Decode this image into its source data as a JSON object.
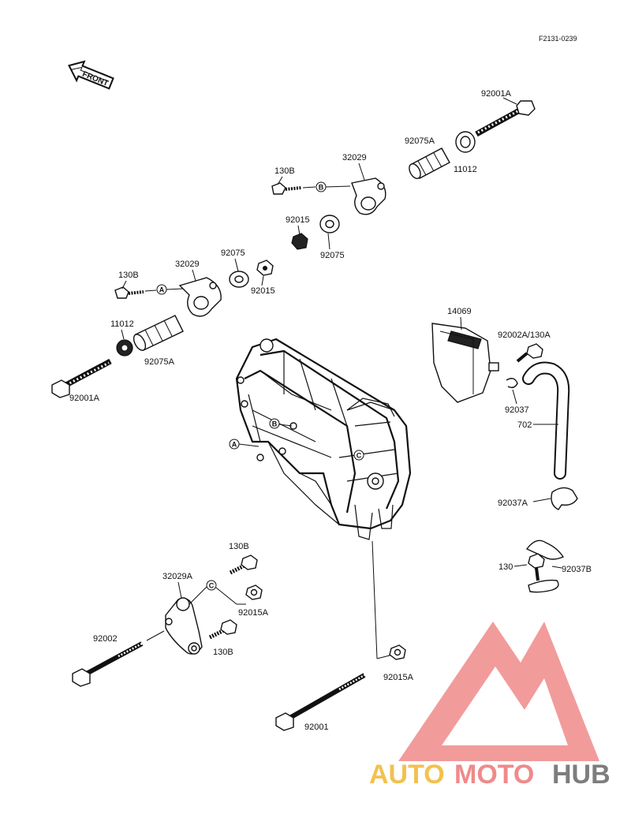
{
  "diagram": {
    "reference_code": "F2131-0239",
    "front_arrow_label": "FRONT",
    "circle_markers": {
      "a": "A",
      "b": "B",
      "c": "C"
    },
    "labels": {
      "p92001A_top": "92001A",
      "p92075A_top": "92075A",
      "p11012_top": "11012",
      "p130B_top": "130B",
      "p32029_top": "32029",
      "p92015_mid": "92015",
      "p92075_mid": "92075",
      "p130B_left": "130B",
      "p32029_left": "32029",
      "p92075_left": "92075",
      "p92015_left": "92015",
      "p11012_left": "11012",
      "p92075A_left": "92075A",
      "p92001A_left": "92001A",
      "p14069": "14069",
      "p92002A_130A": "92002A/130A",
      "p92037": "92037",
      "p702": "702",
      "p92037A": "92037A",
      "p130": "130",
      "p92037B": "92037B",
      "p130B_low1": "130B",
      "p32029A": "32029A",
      "p92015A_low1": "92015A",
      "p92002": "92002",
      "p130B_low2": "130B",
      "p92015A_low2": "92015A",
      "p92001": "92001"
    }
  },
  "watermark": {
    "part1": "AUTO",
    "part2": "MOTO",
    "part3": "HUB",
    "colors": {
      "auto": "#f2c14e",
      "moto": "#ef8a8a",
      "hub": "#7d7d7d",
      "triangle": "#f08a8a"
    }
  }
}
